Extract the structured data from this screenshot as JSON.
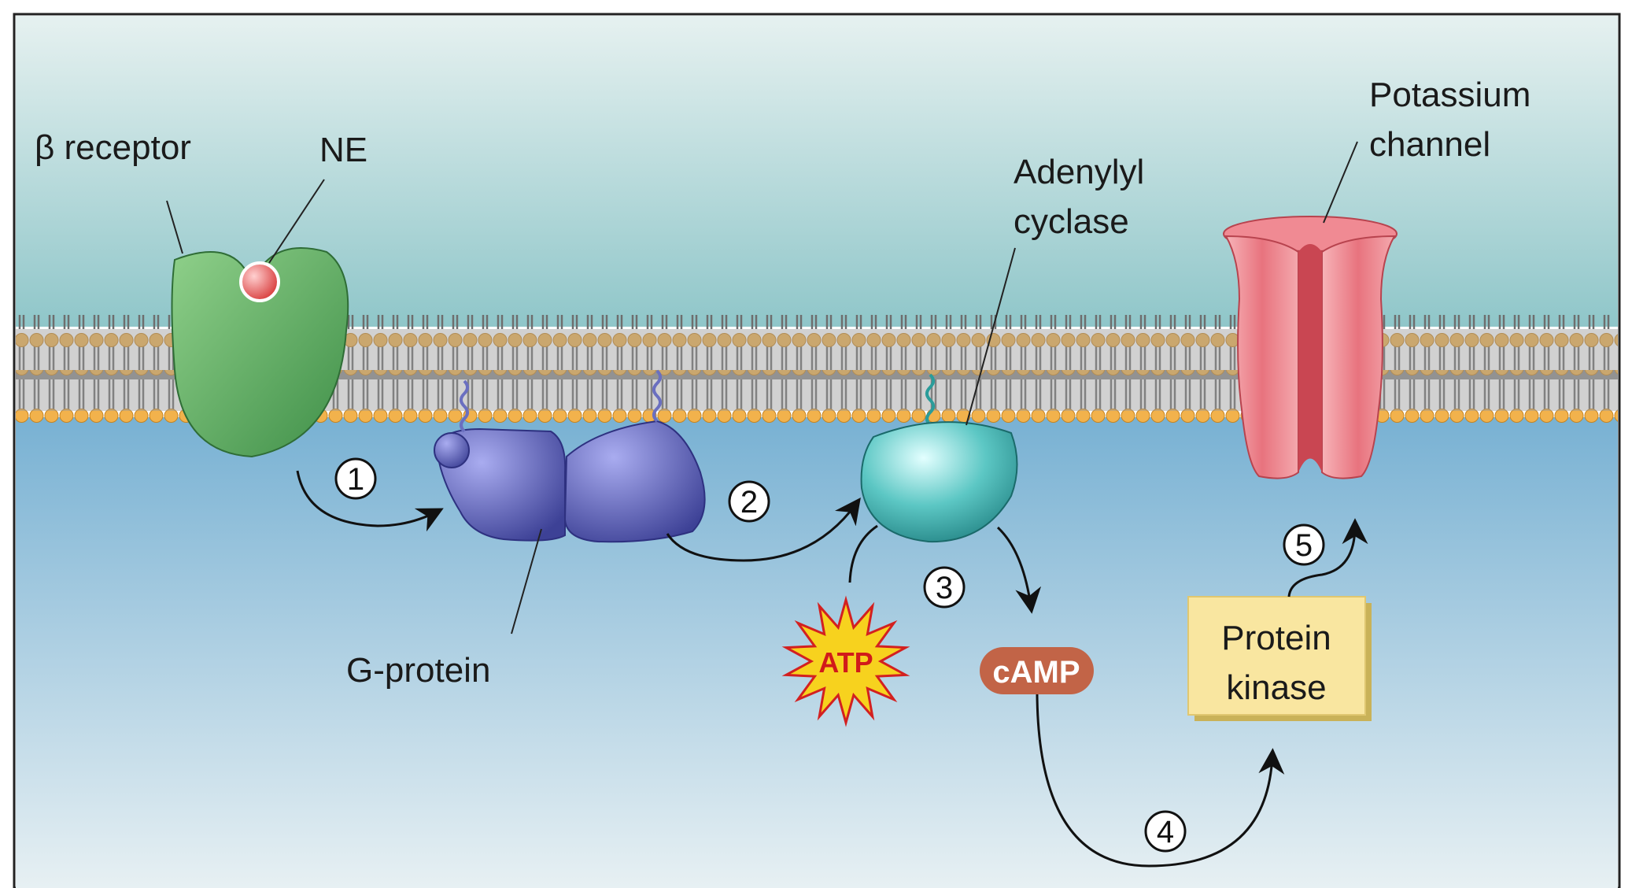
{
  "labels": {
    "beta_receptor": "β receptor",
    "ne": "NE",
    "adenylyl_line1": "Adenylyl",
    "adenylyl_line2": "cyclase",
    "potassium_line1": "Potassium",
    "potassium_line2": "channel",
    "g_protein": "G-protein",
    "atp": "ATP",
    "camp": "cAMP",
    "protein_kinase_line1": "Protein",
    "protein_kinase_line2": "kinase"
  },
  "steps": [
    "1",
    "2",
    "3",
    "4",
    "5"
  ],
  "colors": {
    "extracellular_top": "#cfe6e7",
    "extracellular_bottom": "#8cc4c8",
    "intracellular_top": "#7fb6d6",
    "intracellular_bottom": "#e4eef2",
    "lipid_head": "#f0b04a",
    "lipid_tail": "#7a7a7a",
    "receptor": "#5fae5f",
    "ne": "#e25c5c",
    "g_protein": "#5a5fb0",
    "adenylyl_cyclase": "#3aa7a6",
    "potassium_channel": "#e87b84",
    "atp_fill": "#f7d21e",
    "atp_text": "#d11a1a",
    "camp_fill": "#c0654a",
    "kinase_fill": "#f8e39a"
  }
}
